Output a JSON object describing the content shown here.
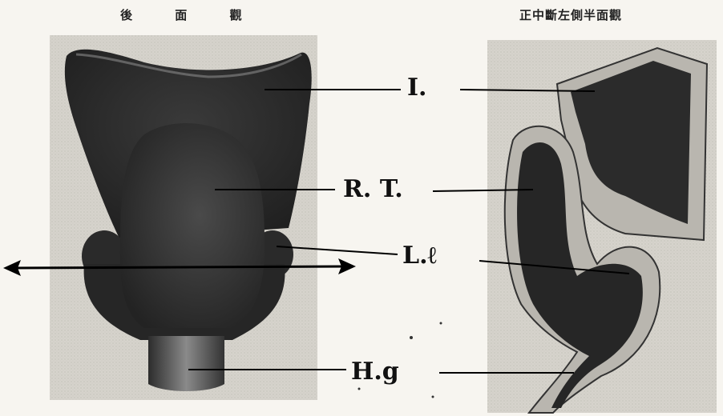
{
  "captions": {
    "left": "後 面 觀",
    "right": "正中斷左側半面觀"
  },
  "labels": {
    "I": "I.",
    "RT": "R. T.",
    "Ll": "L.ℓ",
    "Hg": "H.g"
  }
}
